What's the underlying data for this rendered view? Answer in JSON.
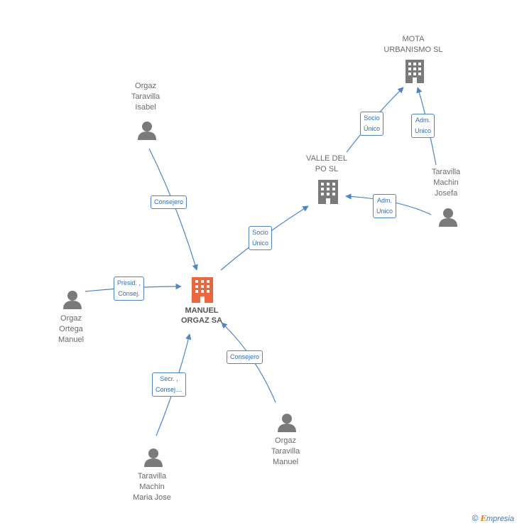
{
  "nodes": {
    "mota": {
      "lines": [
        "MOTA",
        "URBANISMO SL"
      ],
      "type": "company"
    },
    "valle": {
      "lines": [
        "VALLE DEL",
        "PO SL"
      ],
      "type": "company"
    },
    "manuel_orgaz_sa": {
      "lines": [
        "MANUEL",
        "ORGAZ SA"
      ],
      "type": "company-main"
    },
    "orgaz_taravilla_isabel": {
      "lines": [
        "Orgaz",
        "Taravilla",
        "Isabel"
      ],
      "type": "person"
    },
    "taravilla_machin_josefa": {
      "lines": [
        "Taravilla",
        "Machin",
        "Josefa"
      ],
      "type": "person"
    },
    "orgaz_ortega_manuel": {
      "lines": [
        "Orgaz",
        "Ortega",
        "Manuel"
      ],
      "type": "person"
    },
    "orgaz_taravilla_manuel": {
      "lines": [
        "Orgaz",
        "Taravilla",
        "Manuel"
      ],
      "type": "person"
    },
    "taravilla_machin_maria_jose": {
      "lines": [
        "Taravilla",
        "Machin",
        "Maria Jose"
      ],
      "type": "person"
    }
  },
  "edges": {
    "valle_to_mota": {
      "lines": [
        "Socio",
        "Único"
      ]
    },
    "josefa_to_mota": {
      "lines": [
        "Adm.",
        "Unico"
      ]
    },
    "josefa_to_valle": {
      "lines": [
        "Adm.",
        "Unico"
      ]
    },
    "main_to_valle": {
      "lines": [
        "Socio",
        "Único"
      ]
    },
    "isabel_to_main": {
      "lines": [
        "Consejero"
      ]
    },
    "ortega_to_main": {
      "lines": [
        "Presid. ,",
        "Consej."
      ]
    },
    "mariajose_to_main": {
      "lines": [
        "Secr. ,",
        "Consej...."
      ]
    },
    "manuel_to_main": {
      "lines": [
        "Consejero"
      ]
    }
  },
  "colors": {
    "edge": "#4a86c9",
    "company_icon": "#7a7a7a",
    "main_company_icon": "#f0643c",
    "person_icon": "#7a7a7a"
  },
  "footer": {
    "copyright": "©",
    "brand_first": "E",
    "brand_rest": "mpresia"
  }
}
